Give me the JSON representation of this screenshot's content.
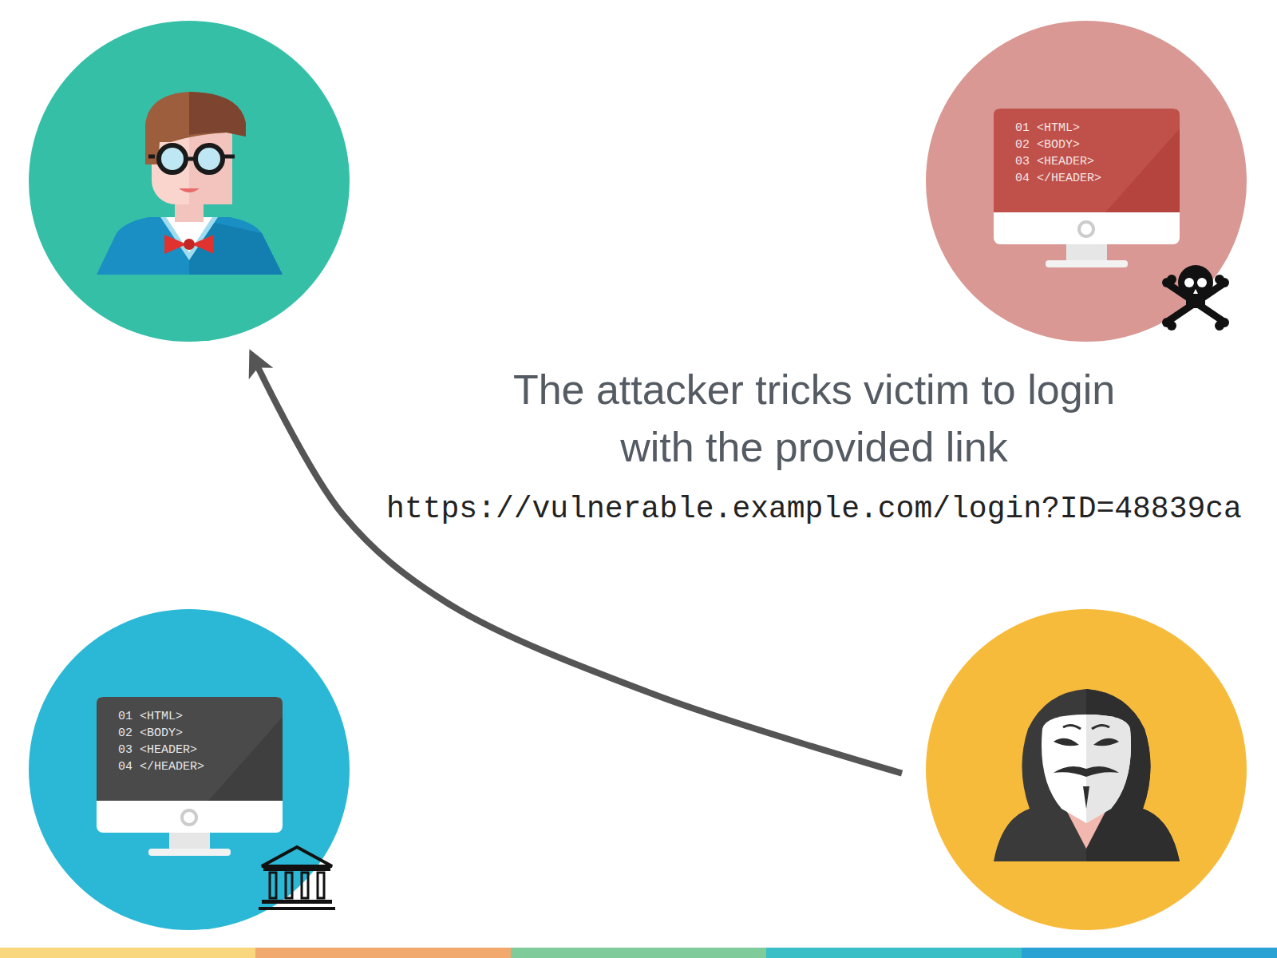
{
  "diagram": {
    "nodes": [
      {
        "text": []
      },
      {
        "text": [
          "01 <HTML>",
          "02 <BODY>",
          "03 <HEADER>",
          "04 </HEADER>"
        ]
      },
      {
        "text": [
          "01 <HTML>",
          "02 <BODY>",
          "03 <HEADER>",
          "04 </HEADER>"
        ]
      },
      {
        "text": []
      }
    ],
    "edges": [
      {
        "from": 3,
        "to": 0,
        "arrow": "to",
        "label": "The attacker tricks victim to login with the provided link"
      }
    ],
    "labels": [
      "https://vulnerable.example.com/login?ID=48839ca"
    ]
  }
}
